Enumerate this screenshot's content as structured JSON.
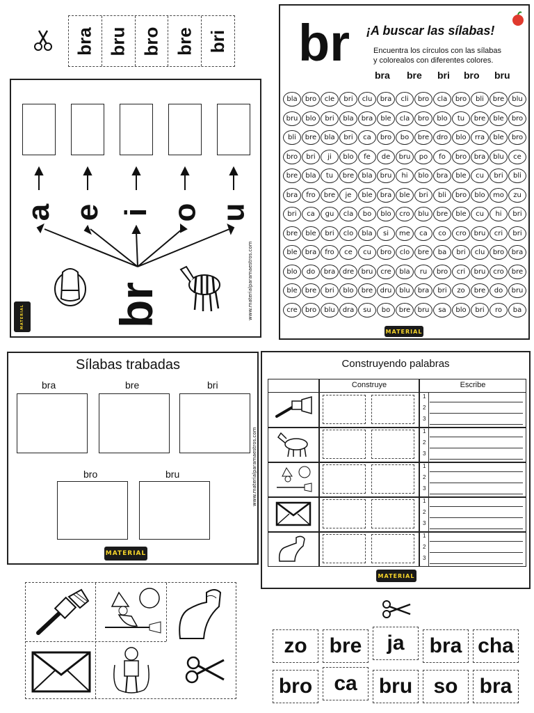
{
  "strip_syllables": [
    "bra",
    "bru",
    "bro",
    "bre",
    "bri"
  ],
  "left_panel": {
    "vowels": [
      "a",
      "e",
      "i",
      "o",
      "u"
    ],
    "consonant": "br",
    "url": "www.materialparamaestros.com",
    "logo": "MATERIAL"
  },
  "search": {
    "big_title": "br",
    "title": "¡A buscar las sílabas!",
    "instructions_1": "Encuentra los círculos con las sílabas",
    "instructions_2": "y colorealos con diferentes colores.",
    "targets": [
      "bra",
      "bre",
      "bri",
      "bro",
      "bru"
    ],
    "grid": [
      [
        "bla",
        "bro",
        "cle",
        "bri",
        "clu",
        "bra",
        "cli",
        "bro",
        "cla",
        "bro",
        "bli",
        "bre",
        "blu"
      ],
      [
        "bru",
        "blo",
        "bri",
        "bla",
        "bra",
        "ble",
        "cla",
        "bro",
        "blo",
        "tu",
        "bre",
        "ble",
        "bro"
      ],
      [
        "bli",
        "bre",
        "bla",
        "bri",
        "ca",
        "bro",
        "bo",
        "bre",
        "dro",
        "blo",
        "rra",
        "ble",
        "bro"
      ],
      [
        "bro",
        "bri",
        "ji",
        "blo",
        "fe",
        "de",
        "bru",
        "po",
        "fo",
        "bro",
        "bra",
        "blu",
        "ce"
      ],
      [
        "bre",
        "bla",
        "tu",
        "bre",
        "bla",
        "bru",
        "hi",
        "blo",
        "bra",
        "ble",
        "cu",
        "bri",
        "bli"
      ],
      [
        "bra",
        "fro",
        "bre",
        "je",
        "ble",
        "bra",
        "ble",
        "bri",
        "bli",
        "bro",
        "blo",
        "mo",
        "zu"
      ],
      [
        "bri",
        "ca",
        "gu",
        "cla",
        "bo",
        "blo",
        "cro",
        "blu",
        "bre",
        "ble",
        "cu",
        "hi",
        "bri"
      ],
      [
        "bre",
        "ble",
        "bri",
        "clo",
        "bla",
        "si",
        "me",
        "ca",
        "co",
        "cro",
        "bru",
        "cri",
        "bri"
      ],
      [
        "ble",
        "bra",
        "fro",
        "ce",
        "cu",
        "bro",
        "clo",
        "bre",
        "ba",
        "bri",
        "clu",
        "bro",
        "bra"
      ],
      [
        "blo",
        "do",
        "bra",
        "dre",
        "bru",
        "cre",
        "bla",
        "ru",
        "bro",
        "cri",
        "bru",
        "cro",
        "bre"
      ],
      [
        "ble",
        "bre",
        "bri",
        "blo",
        "bre",
        "dru",
        "blu",
        "bra",
        "bri",
        "zo",
        "bre",
        "do",
        "bru"
      ],
      [
        "cre",
        "bro",
        "blu",
        "dra",
        "su",
        "bo",
        "bre",
        "bru",
        "sa",
        "blo",
        "bri",
        "ro",
        "ba"
      ]
    ],
    "logo": "MATERIAL"
  },
  "silabas": {
    "title": "Sílabas trabadas",
    "labels_top": [
      "bra",
      "bre",
      "bri"
    ],
    "labels_bottom": [
      "bro",
      "bru"
    ],
    "url": "www.materialparamaestros.com",
    "logo": "MATERIAL"
  },
  "construyendo": {
    "title": "Construyendo palabras",
    "col_construye": "Construye",
    "col_escribe": "Escribe",
    "line_numbers": [
      "1",
      "2",
      "3"
    ],
    "rows": [
      "brush-icon",
      "goat-icon",
      "witch-broom-icon",
      "envelope-icon",
      "arm-icon"
    ],
    "logo": "MATERIAL"
  },
  "cut_pictures": [
    "brush-icon",
    "witch-broom-icon",
    "arm-icon",
    "envelope-icon",
    "jumping-boy-icon"
  ],
  "syllable_cards_row1": [
    "zo",
    "bre",
    "ja",
    "bra",
    "cha"
  ],
  "syllable_cards_row2": [
    "bro",
    "ca",
    "bru",
    "so",
    "bra"
  ]
}
